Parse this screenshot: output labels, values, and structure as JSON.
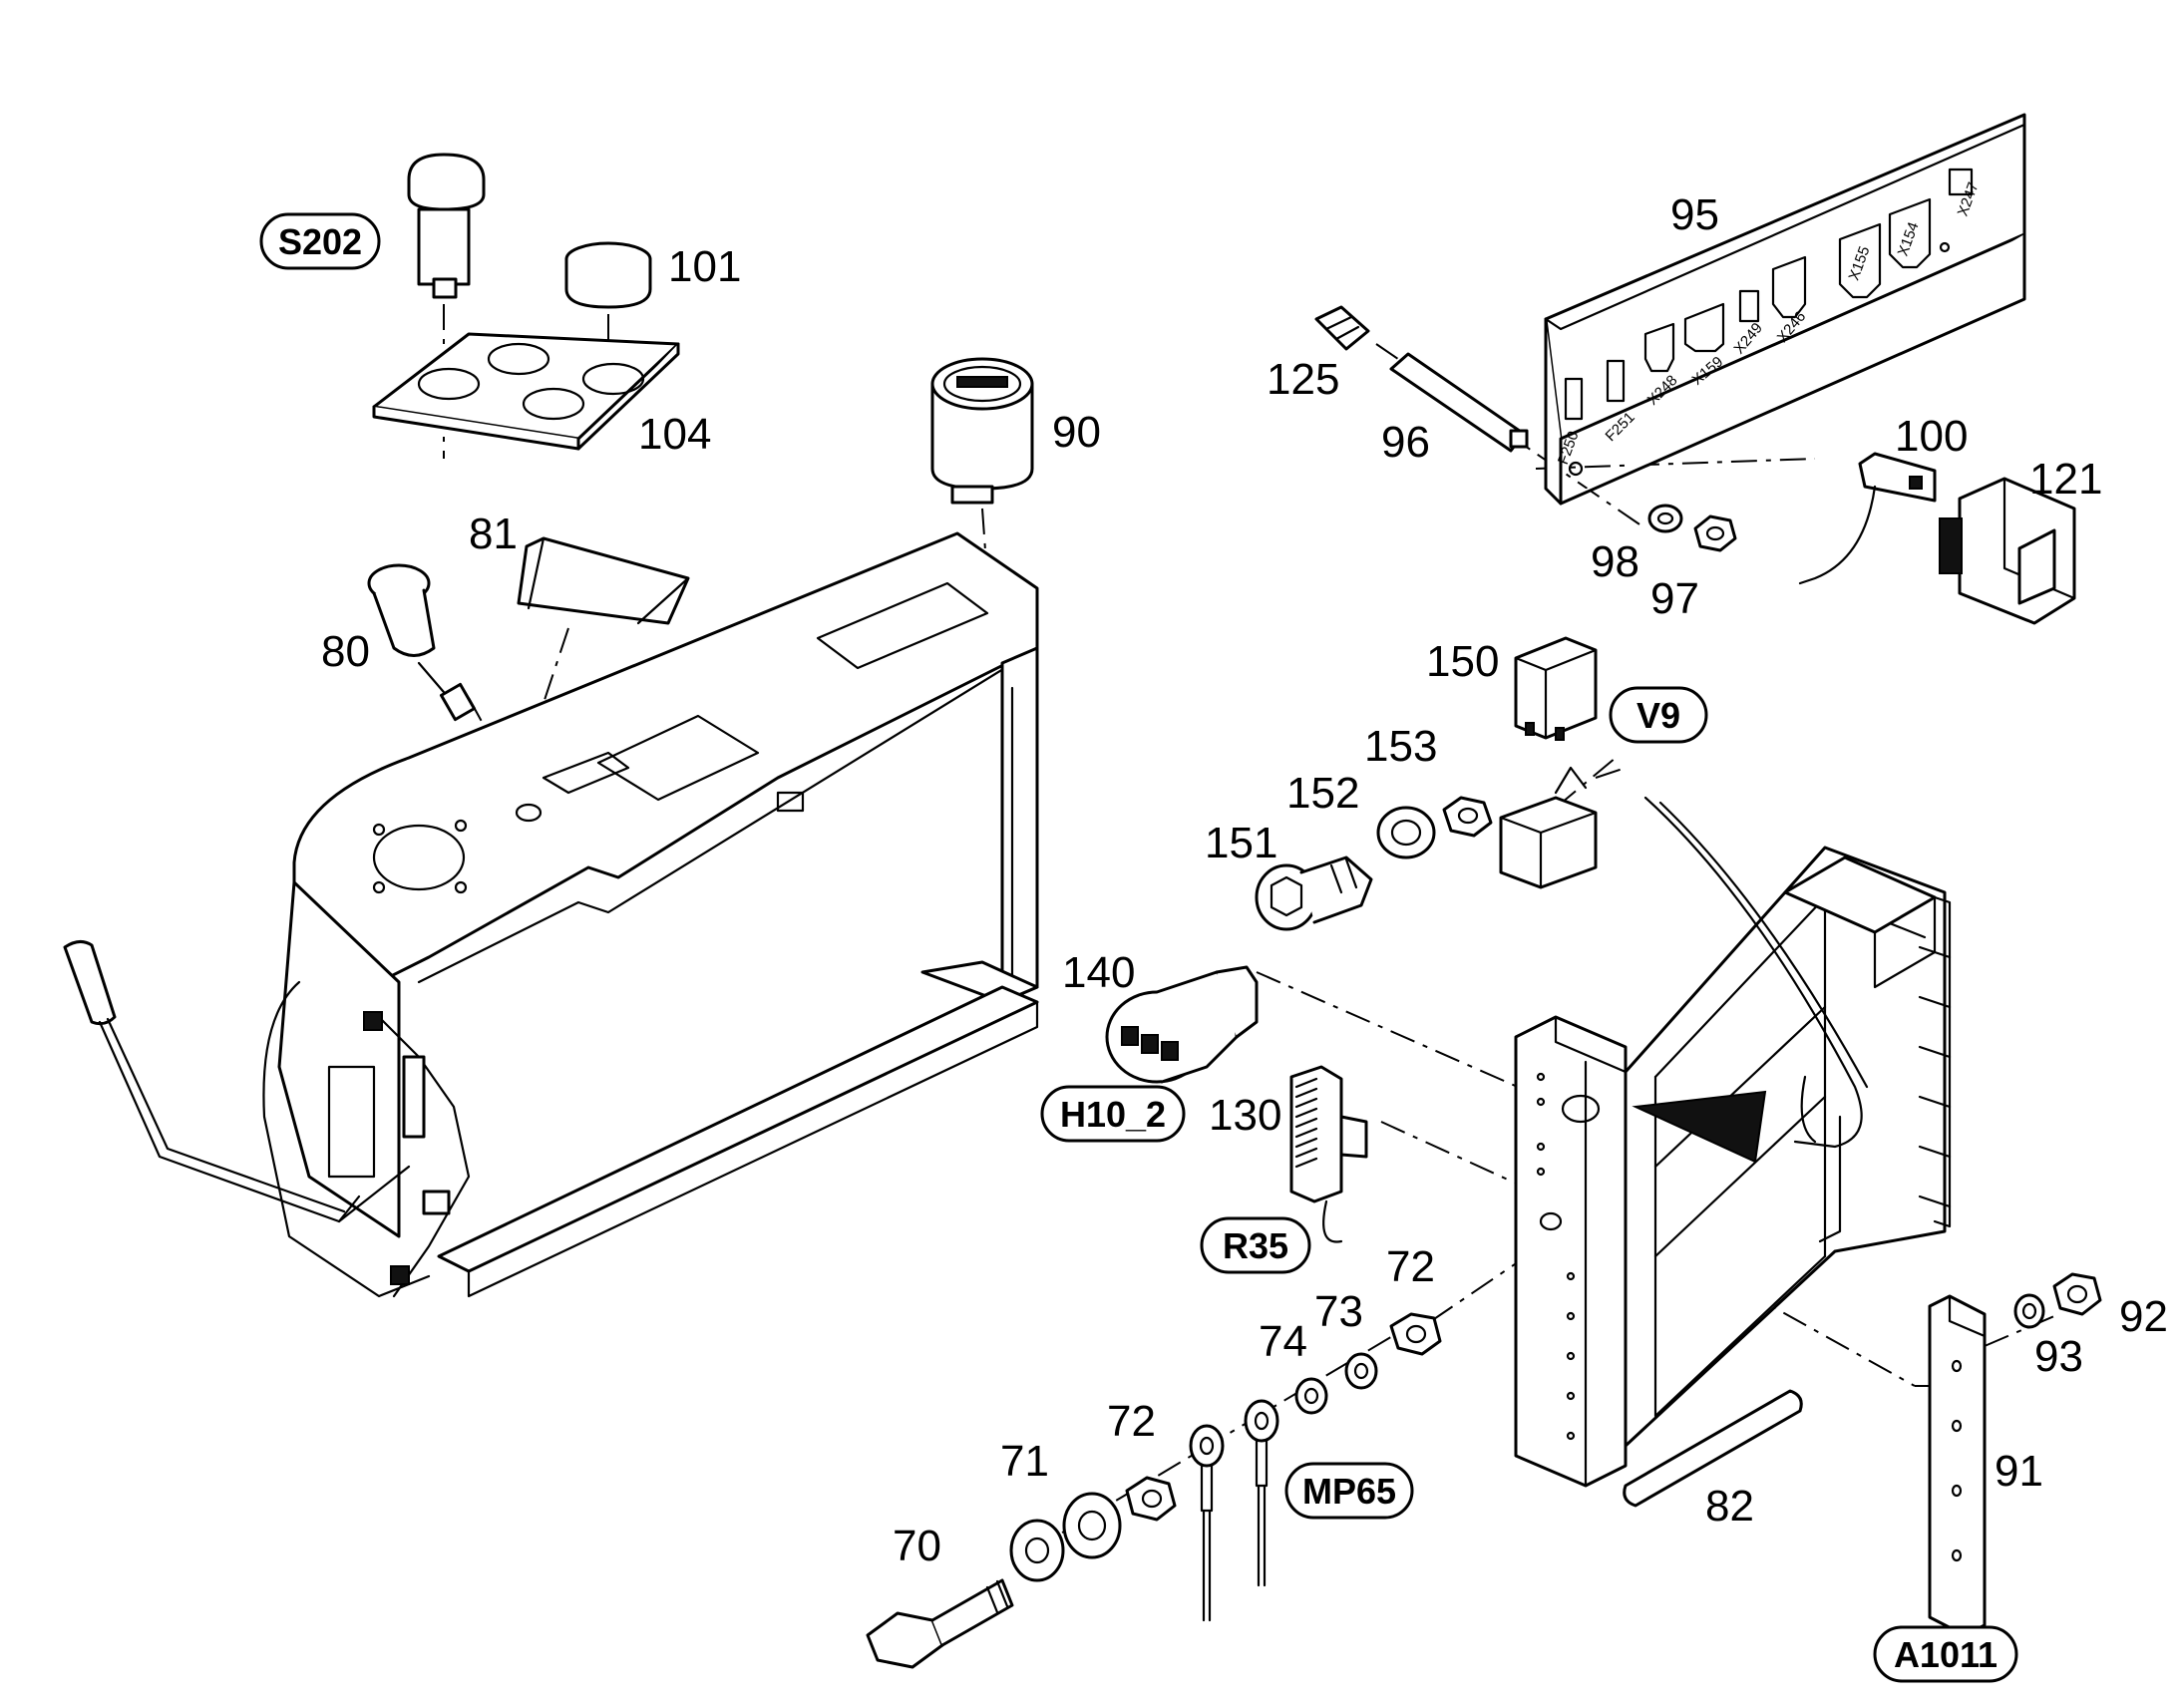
{
  "callouts": {
    "n70": "70",
    "n71": "71",
    "n72a": "72",
    "n72b": "72",
    "n73": "73",
    "n74": "74",
    "n80": "80",
    "n81": "81",
    "n82": "82",
    "n90": "90",
    "n91": "91",
    "n92": "92",
    "n93": "93",
    "n95": "95",
    "n96": "96",
    "n97": "97",
    "n98": "98",
    "n100": "100",
    "n101": "101",
    "n104": "104",
    "n121": "121",
    "n125": "125",
    "n130": "130",
    "n140": "140",
    "n150": "150",
    "n151": "151",
    "n152": "152",
    "n153": "153"
  },
  "labels": {
    "s202": "S202",
    "v9": "V9",
    "h10_2": "H10_2",
    "r35": "R35",
    "mp65": "MP65",
    "a1011": "A1011"
  },
  "rail_markings": [
    "F250",
    "F251",
    "X248",
    "X159",
    "X249",
    "X246",
    "X155",
    "X154",
    "X247"
  ]
}
